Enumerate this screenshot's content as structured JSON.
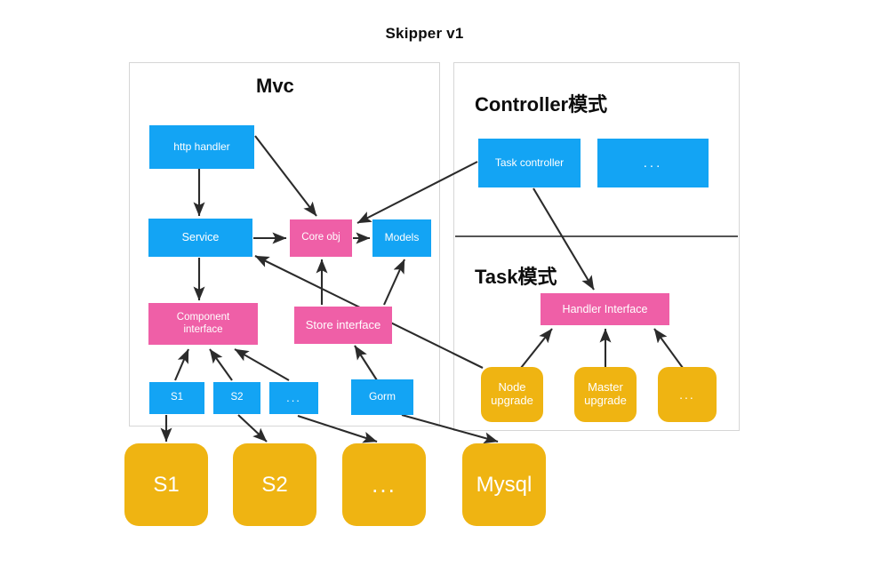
{
  "title": "Skipper v1",
  "panels": {
    "mvc": {
      "title": "Mvc"
    },
    "right_top": {
      "title": "Controller模式"
    },
    "right_bottom": {
      "title": "Task模式"
    }
  },
  "nodes": {
    "http_handler": "http handler",
    "service": "Service",
    "core_obj": "Core obj",
    "models": "Models",
    "component_interface_line1": "Component",
    "component_interface_line2": "interface",
    "store_interface": "Store interface",
    "s1_small": "S1",
    "s2_small": "S2",
    "ellipsis_small": "...",
    "gorm": "Gorm",
    "task_controller": "Task controller",
    "controller_ellipsis": "...",
    "handler_interface": "Handler Interface",
    "node_upgrade_line1": "Node",
    "node_upgrade_line2": "upgrade",
    "master_upgrade_line1": "Master",
    "master_upgrade_line2": "upgrade",
    "task_ellipsis": "...",
    "s1_big": "S1",
    "s2_big": "S2",
    "ellipsis_big": "...",
    "mysql": "Mysql"
  },
  "colors": {
    "blue": "#13A4F4",
    "pink": "#EF5FA7",
    "orange": "#EFB412",
    "panel_border": "#D6D6D6",
    "arrow": "#2b2b2b",
    "text": "#0d0d0d",
    "background": "#ffffff"
  }
}
